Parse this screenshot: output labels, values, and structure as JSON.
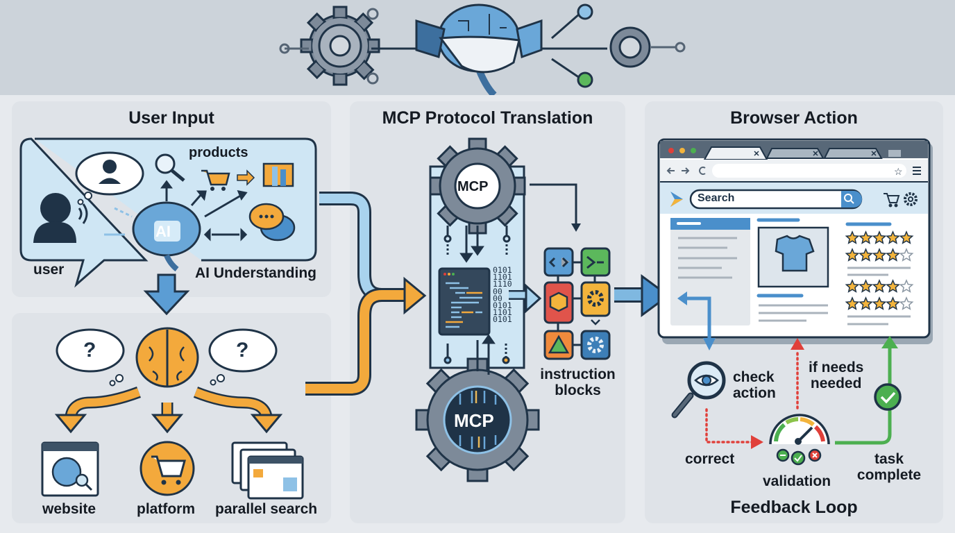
{
  "banner": {
    "icons": [
      "gear-icon",
      "handshake-icon",
      "brain-circuit-icon",
      "gear-icon"
    ]
  },
  "panels": {
    "user_input": {
      "title": "User Input",
      "labels": {
        "user": "user",
        "products": "products",
        "ai_badge": "AI",
        "ai_understanding": "AI Understanding"
      }
    },
    "search": {
      "labels": {
        "website": "website",
        "platform": "platform",
        "parallel_search": "parallel search",
        "question": "?"
      }
    },
    "mcp": {
      "title": "MCP Protocol Translation",
      "gear_top_label": "MCP",
      "gear_bottom_label": "MCP",
      "binary": [
        "0101",
        "1101",
        "1110",
        "00",
        "00",
        "0101",
        "1101",
        "0101"
      ],
      "instruction_label_1": "instruction",
      "instruction_label_2": "blocks",
      "block_symbols": [
        "<>",
        ">–"
      ]
    },
    "browser": {
      "title": "Browser Action",
      "search_placeholder": "Search",
      "ratings": [
        5,
        4,
        4,
        4
      ],
      "rating_max": 5
    },
    "feedback": {
      "title": "Feedback Loop",
      "check_1": "check",
      "check_2": "action",
      "needs_1": "if needs",
      "needs_2": "needed",
      "correct": "correct",
      "validation": "validation",
      "task_1": "task",
      "task_2": "complete"
    }
  },
  "colors": {
    "blue": "#4a8fcb",
    "light_blue": "#bfe0f2",
    "orange": "#f3a93c",
    "dark": "#1f3347",
    "gear": "#7d8a99",
    "green": "#4caf50",
    "red": "#e0403a"
  }
}
